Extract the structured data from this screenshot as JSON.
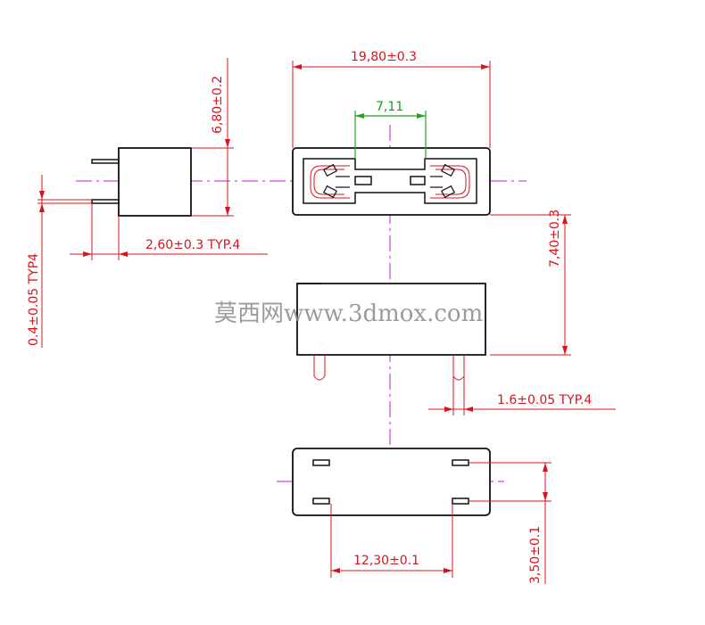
{
  "dimensions": {
    "overall_length": "19,80±0.3",
    "pin_spacing_top": "7,11",
    "side_height": "6,80±0.2",
    "lead_length": "2,60±0.3 TYP.4",
    "lead_thickness": "0.4±0.05 TYP4",
    "body_height": "7,40±0.3",
    "lead_width": "1.6±0.05 TYP.4",
    "pad_spacing": "12,30±0.1",
    "pad_row_spacing": "3,50±0.1"
  },
  "watermark": "莫西网www.3dmox.com",
  "colors": {
    "dimension": "#d8141c",
    "outline": "#111111",
    "centerline": "#c21fd1",
    "highlight": "#1fa51f"
  }
}
